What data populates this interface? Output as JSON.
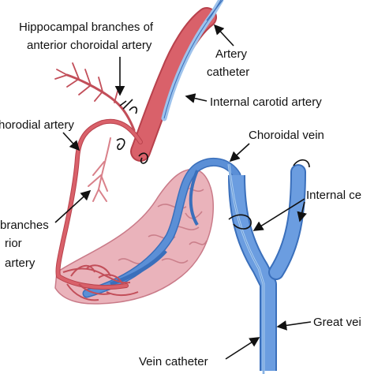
{
  "labels": {
    "hippocampal_line1": "Hippocampal branches of",
    "hippocampal_line2": "anterior choroidal artery",
    "artery_catheter_line1": "Artery",
    "artery_catheter_line2": "catheter",
    "internal_carotid": "Internal carotid artery",
    "choroidal_artery": "horodial artery",
    "choroidal_vein": "Choroidal vein",
    "internal_cerebral": "Internal ce",
    "branches_line1": "branches",
    "branches_line2": "rior",
    "branches_line3": "artery",
    "great_vein": "Great vei",
    "vein_catheter": "Vein catheter"
  },
  "colors": {
    "artery": "#d9616a",
    "artery_dark": "#b8414c",
    "vein": "#5b8fd6",
    "vein_dark": "#3a6fbb",
    "plexus": "#e8a6b0",
    "plexus_dark": "#c97a88",
    "catheter": "#9ec3ec"
  }
}
